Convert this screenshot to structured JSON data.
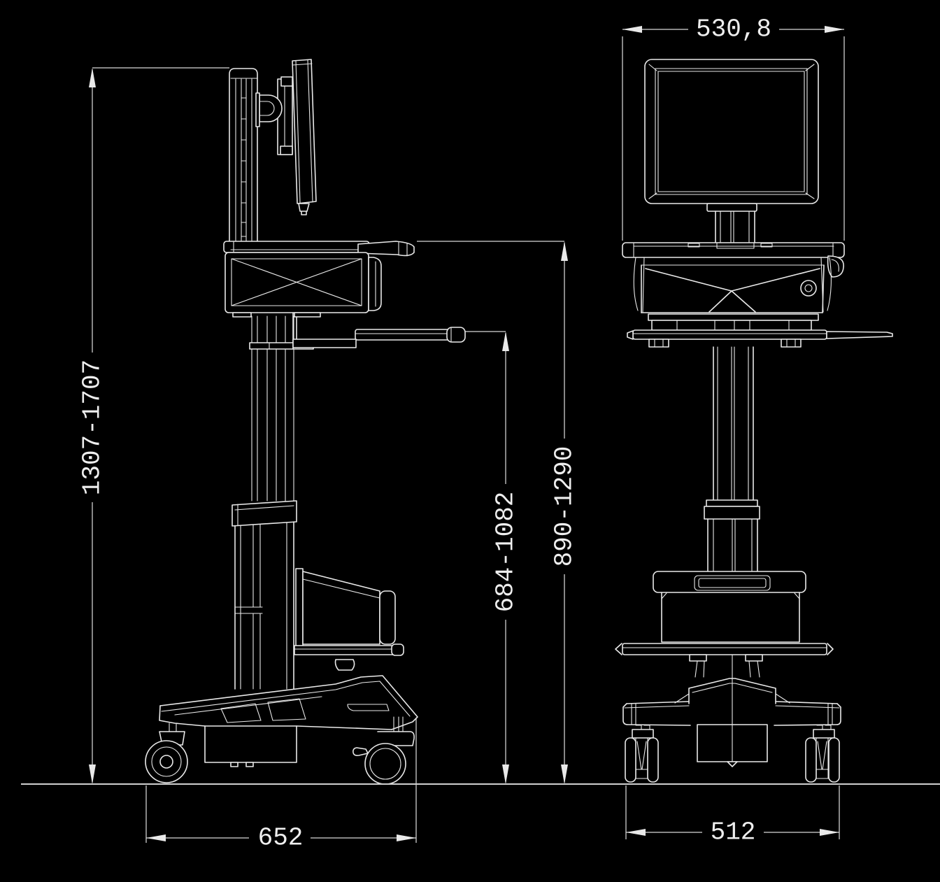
{
  "drawing": {
    "type": "technical-orthographic-drawing",
    "subject": "height-adjustable mobile medical cart with monitor",
    "background_color": "#000000",
    "line_color": "#e9e9e9",
    "views": {
      "side_view": "side view (left)",
      "front_view": "front view (right)"
    }
  },
  "dimensions": {
    "overall_height": "1307-1707",
    "tray_height": "684-1082",
    "worksurface_height": "890-1290",
    "top_width": "530,8",
    "base_length": "652",
    "base_width": "512"
  }
}
